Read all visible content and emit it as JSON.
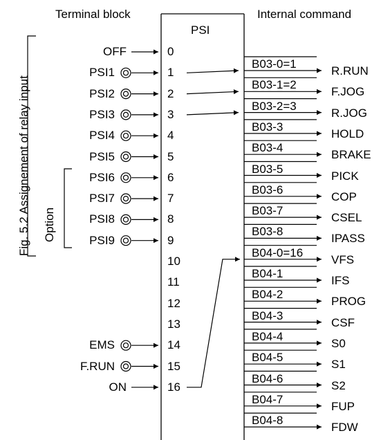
{
  "headers": {
    "terminal_block": "Terminal block",
    "internal_command": "Internal command"
  },
  "psi_title": "PSI",
  "caption": "Fig. 5.2 Assignement of relay input",
  "option_label": "Option",
  "left_inputs": [
    {
      "label": "OFF",
      "terminal": false
    },
    {
      "label": "PSI1",
      "terminal": true
    },
    {
      "label": "PSI2",
      "terminal": true
    },
    {
      "label": "PSI3",
      "terminal": true
    },
    {
      "label": "PSI4",
      "terminal": true
    },
    {
      "label": "PSI5",
      "terminal": true
    },
    {
      "label": "PSI6",
      "terminal": true
    },
    {
      "label": "PSI7",
      "terminal": true
    },
    {
      "label": "PSI8",
      "terminal": true
    },
    {
      "label": "PSI9",
      "terminal": true
    },
    {
      "label": "EMS",
      "terminal": true
    },
    {
      "label": "F.RUN",
      "terminal": true
    },
    {
      "label": "ON",
      "terminal": false
    }
  ],
  "psi_numbers": [
    "0",
    "1",
    "2",
    "3",
    "4",
    "5",
    "6",
    "7",
    "8",
    "9",
    "10",
    "11",
    "12",
    "13",
    "14",
    "15",
    "16"
  ],
  "params": [
    "B03-0=1",
    "B03-1=2",
    "B03-2=3",
    "B03-3",
    "B03-4",
    "B03-5",
    "B03-6",
    "B03-7",
    "B03-8",
    "B04-0=16",
    "B04-1",
    "B04-2",
    "B04-3",
    "B04-4",
    "B04-5",
    "B04-6",
    "B04-7",
    "B04-8"
  ],
  "commands": [
    "R.RUN",
    "F.JOG",
    "R.JOG",
    "HOLD",
    "BRAKE",
    "PICK",
    "COP",
    "CSEL",
    "IPASS",
    "VFS",
    "IFS",
    "PROG",
    "CSF",
    "S0",
    "S1",
    "S2",
    "FUP",
    "FDW"
  ]
}
